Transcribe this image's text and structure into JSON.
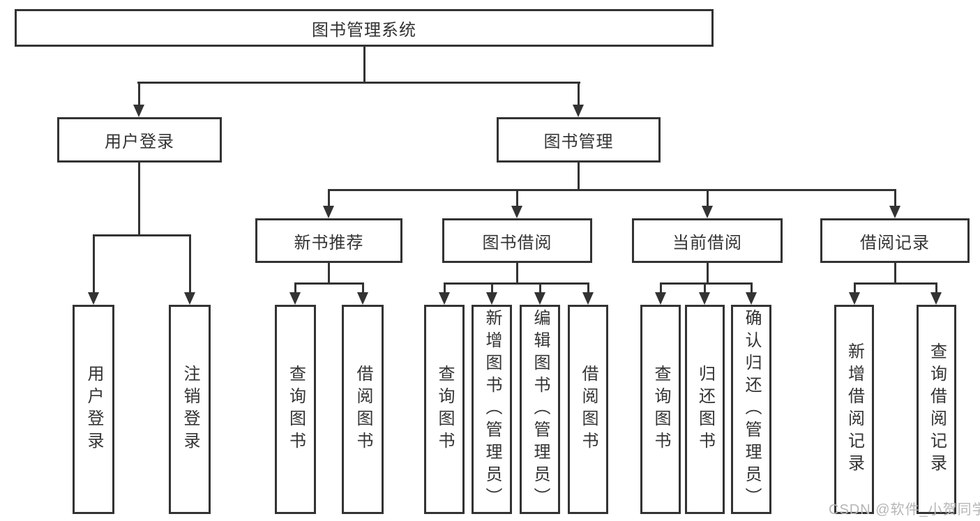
{
  "diagram": {
    "title": "图书管理系统",
    "level2": {
      "user_login": "用户登录",
      "book_mgmt": "图书管理"
    },
    "level3": {
      "new_books": "新书推荐",
      "book_borrow": "图书借阅",
      "current_borrow": "当前借阅",
      "borrow_records": "借阅记录"
    },
    "leaves": {
      "user_login": [
        "用户登录",
        "注销登录"
      ],
      "new_books": [
        "查询图书",
        "借阅图书"
      ],
      "book_borrow": [
        "查询图书",
        "新增图书（管理员）",
        "编辑图书（管理员）",
        "借阅图书"
      ],
      "current_borrow": [
        "查询图书",
        "归还图书",
        "确认归还（管理员）"
      ],
      "borrow_records": [
        "新增借阅记录",
        "查询借阅记录"
      ]
    }
  },
  "watermark": "CSDN @软件_小贺同学",
  "colors": {
    "line": "#333333",
    "text": "#333333",
    "watermark_text": "#b6b6b6",
    "background": "#ffffff"
  }
}
